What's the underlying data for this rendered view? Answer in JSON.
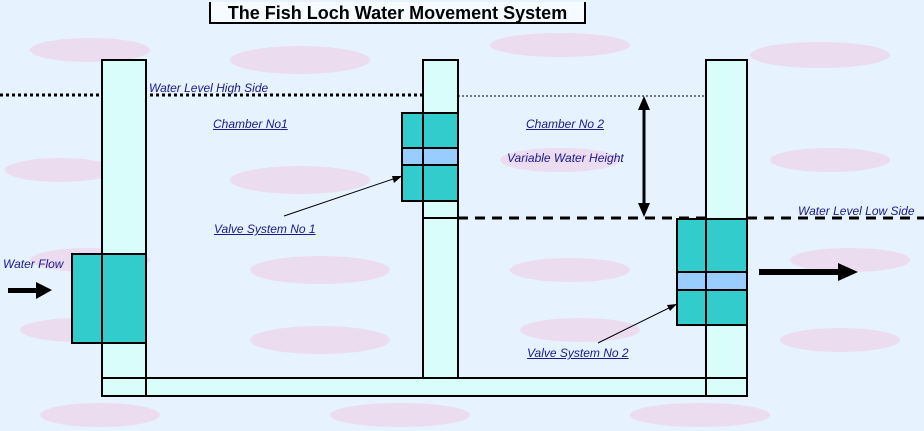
{
  "title": "The Fish Loch Water Movement System",
  "labels": {
    "water_level_high": "Water Level High Side",
    "water_level_low": "Water Level Low Side",
    "chamber1": "Chamber No1",
    "chamber2": "Chamber No 2",
    "variable_height": "Variable Water Height",
    "valve1": "Valve System No 1",
    "valve2": "Valve System No 2",
    "water_flow": "Water Flow"
  },
  "colors": {
    "background": "#e6f2fd",
    "wall_fill": "#d8fdfb",
    "valve_fill": "#33cccc",
    "valve_band": "#99ccff",
    "outline": "#000000",
    "label_text": "#1a1a8c"
  }
}
